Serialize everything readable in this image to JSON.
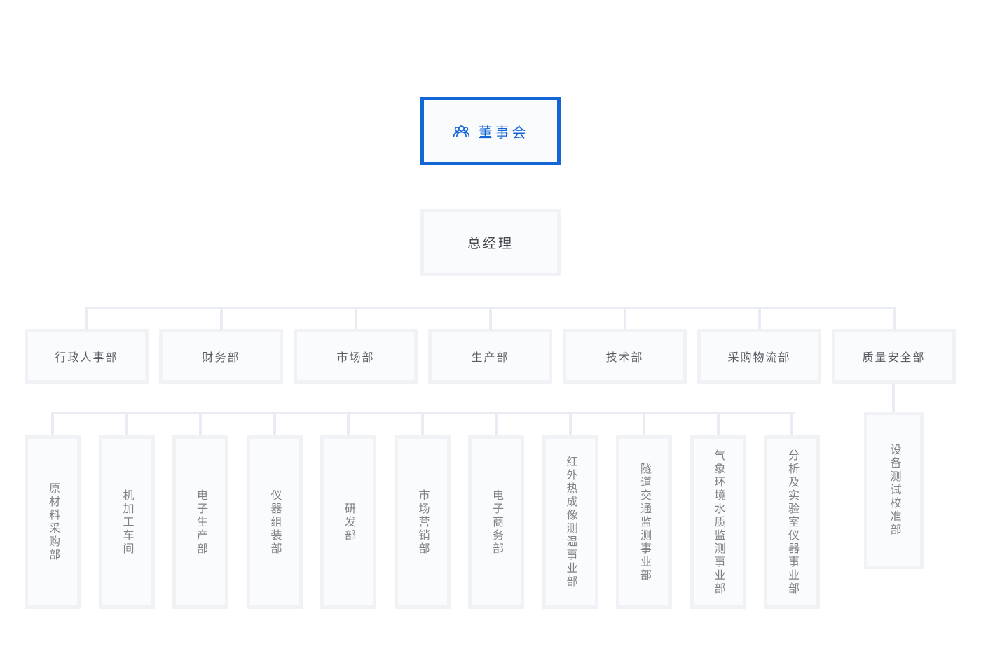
{
  "org_chart": {
    "board": {
      "label": "董事会",
      "icon": "team-icon"
    },
    "general_manager": {
      "label": "总经理"
    },
    "departments": [
      {
        "label": "行政人事部"
      },
      {
        "label": "财务部"
      },
      {
        "label": "市场部"
      },
      {
        "label": "生产部"
      },
      {
        "label": "技术部"
      },
      {
        "label": "采购物流部"
      },
      {
        "label": "质量安全部"
      }
    ],
    "sub_departments": [
      {
        "label": "原材料采购部"
      },
      {
        "label": "机加工车间"
      },
      {
        "label": "电子生产部"
      },
      {
        "label": "仪器组装部"
      },
      {
        "label": "研发部"
      },
      {
        "label": "市场营销部"
      },
      {
        "label": "电子商务部"
      },
      {
        "label": "红外热成像测温事业部"
      },
      {
        "label": "隧道交通监测事业部"
      },
      {
        "label": "气象环境水质监测事业部"
      },
      {
        "label": "分析及实验室仪器事业部"
      }
    ],
    "quality_sub_department": {
      "label": "设备测试校准部"
    },
    "colors": {
      "accent": "#1266d6",
      "connector": "#e9ecf2",
      "box_frame": "#f0f2f6",
      "box_background": "#fafbfc",
      "text_dark": "#45484e",
      "text_medium": "#5a5d63",
      "text_light": "#7f8288"
    }
  }
}
